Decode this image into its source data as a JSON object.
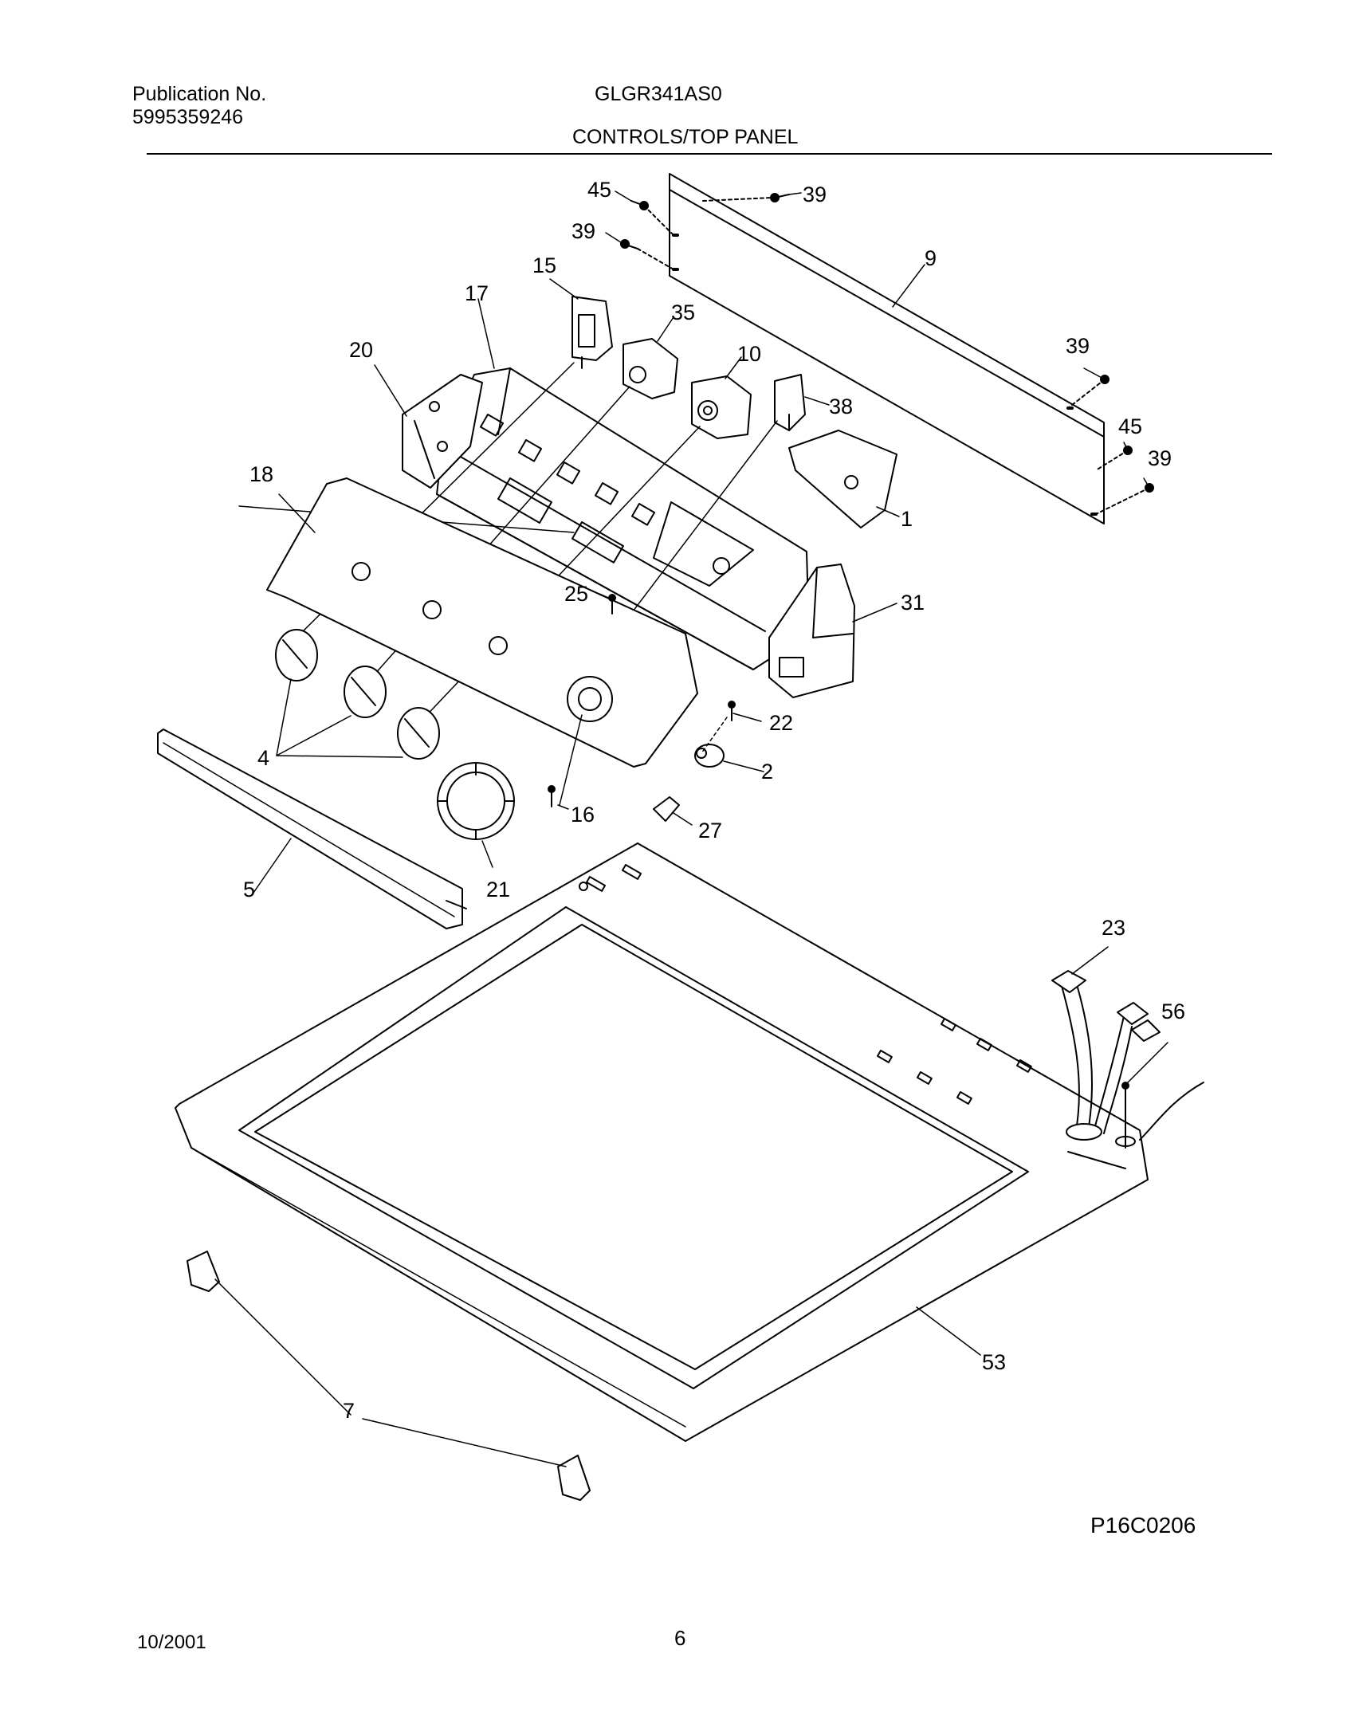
{
  "header": {
    "publication_label": "Publication No.",
    "publication_number": "5995359246",
    "model": "GLGR341AS0",
    "section_title": "CONTROLS/TOP PANEL"
  },
  "callouts": [
    {
      "id": "c45a",
      "text": "45"
    },
    {
      "id": "c39a",
      "text": "39"
    },
    {
      "id": "c39b",
      "text": "39"
    },
    {
      "id": "c9",
      "text": "9"
    },
    {
      "id": "c15",
      "text": "15"
    },
    {
      "id": "c17",
      "text": "17"
    },
    {
      "id": "c35",
      "text": "35"
    },
    {
      "id": "c10",
      "text": "10"
    },
    {
      "id": "c20",
      "text": "20"
    },
    {
      "id": "c38",
      "text": "38"
    },
    {
      "id": "c39c",
      "text": "39"
    },
    {
      "id": "c45b",
      "text": "45"
    },
    {
      "id": "c39d",
      "text": "39"
    },
    {
      "id": "c18",
      "text": "18"
    },
    {
      "id": "c1",
      "text": "1"
    },
    {
      "id": "c25",
      "text": "25"
    },
    {
      "id": "c31",
      "text": "31"
    },
    {
      "id": "c22",
      "text": "22"
    },
    {
      "id": "c4",
      "text": "4"
    },
    {
      "id": "c2",
      "text": "2"
    },
    {
      "id": "c16",
      "text": "16"
    },
    {
      "id": "c27",
      "text": "27"
    },
    {
      "id": "c5",
      "text": "5"
    },
    {
      "id": "c21",
      "text": "21"
    },
    {
      "id": "c23",
      "text": "23"
    },
    {
      "id": "c56",
      "text": "56"
    },
    {
      "id": "c53",
      "text": "53"
    },
    {
      "id": "c7",
      "text": "7"
    }
  ],
  "figure_code": "P16C0206",
  "footer": {
    "date": "10/2001",
    "page": "6"
  }
}
